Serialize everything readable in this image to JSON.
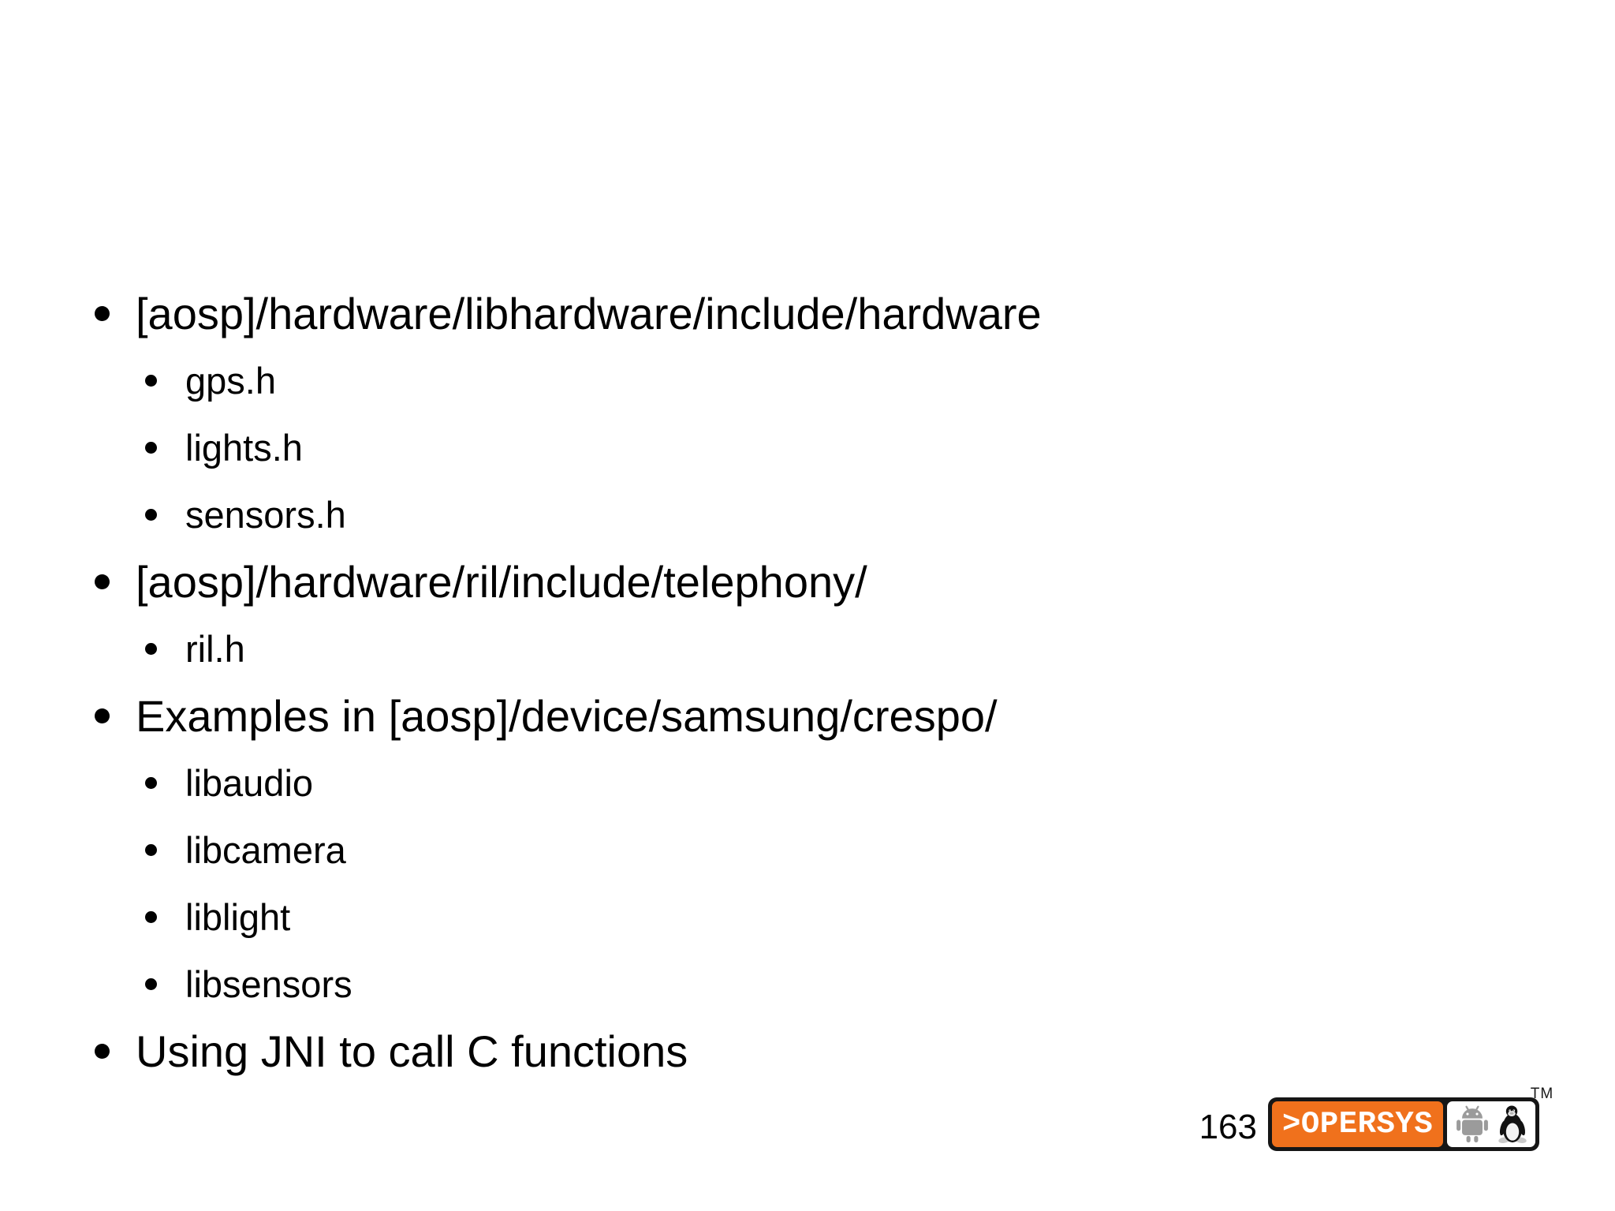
{
  "slide": {
    "background": "#ffffff",
    "text_color": "#000000",
    "bullets": [
      {
        "level": 1,
        "text": "[aosp]/hardware/libhardware/include/hardware"
      },
      {
        "level": 2,
        "text": "gps.h"
      },
      {
        "level": 2,
        "text": "lights.h"
      },
      {
        "level": 2,
        "text": "sensors.h"
      },
      {
        "level": 1,
        "text": "[aosp]/hardware/ril/include/telephony/"
      },
      {
        "level": 2,
        "text": "ril.h"
      },
      {
        "level": 1,
        "text": "Examples in [aosp]/device/samsung/crespo/"
      },
      {
        "level": 2,
        "text": "libaudio"
      },
      {
        "level": 2,
        "text": "libcamera"
      },
      {
        "level": 2,
        "text": "liblight"
      },
      {
        "level": 2,
        "text": "libsensors"
      },
      {
        "level": 1,
        "text": "Using JNI to call C functions"
      }
    ]
  },
  "footer": {
    "page_number": "163",
    "logo": {
      "text": ">OPERSYS",
      "trademark": "TM",
      "icons": [
        "android-robot-icon",
        "tux-penguin-icon"
      ],
      "colors": {
        "orange": "#F0711C",
        "border_black": "#161616",
        "android_gray": "#9B9B9B"
      }
    }
  }
}
